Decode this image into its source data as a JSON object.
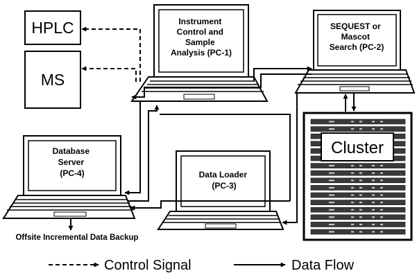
{
  "devices": {
    "hplc": {
      "label": "HPLC"
    },
    "ms": {
      "label": "MS"
    },
    "pc1": {
      "lines": [
        "Instrument",
        "Control and",
        "Sample",
        "Analysis (PC-1)"
      ]
    },
    "pc2": {
      "lines": [
        "SEQUEST or",
        "Mascot",
        "Search (PC-2)"
      ]
    },
    "pc3": {
      "lines": [
        "Data Loader",
        "(PC-3)"
      ]
    },
    "pc4": {
      "lines": [
        "Database",
        "Server",
        "(PC-4)"
      ]
    },
    "cluster": {
      "label": "Cluster"
    }
  },
  "backup": {
    "label": "Offsite Incremental Data Backup"
  },
  "legend": {
    "control": "Control Signal",
    "data": "Data Flow"
  }
}
